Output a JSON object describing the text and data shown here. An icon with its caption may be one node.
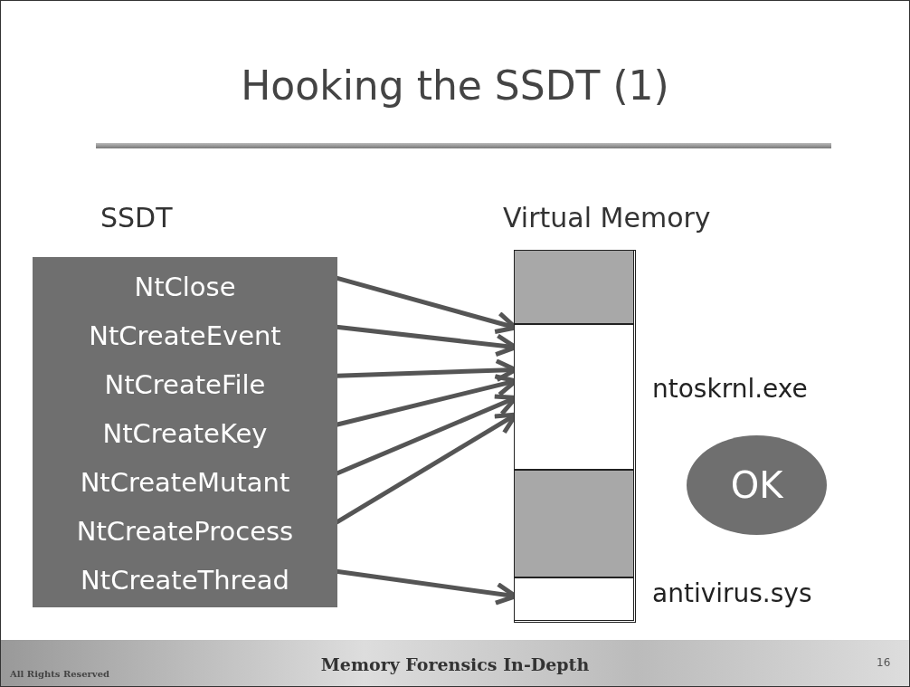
{
  "diagram": {
    "title": "Hooking the SSDT (1)",
    "nodes": [
      {
        "text": [
          "SSDT"
        ]
      },
      {
        "text": [
          "NtClose"
        ],
        "in": 0
      },
      {
        "text": [
          "NtCreateEvent"
        ],
        "in": 0
      },
      {
        "text": [
          "NtCreateFile"
        ],
        "in": 0
      },
      {
        "text": [
          "NtCreateKey"
        ],
        "in": 0
      },
      {
        "text": [
          "NtCreateMutant"
        ],
        "in": 0
      },
      {
        "text": [
          "NtCreateProcess"
        ],
        "in": 0
      },
      {
        "text": [
          "NtCreateThread"
        ],
        "in": 0
      },
      {
        "text": [
          "Virtual Memory"
        ]
      },
      {
        "text": [],
        "shape": "box",
        "in": 8
      },
      {
        "text": [],
        "shape": "box",
        "in": 8,
        "beside": [
          "ntoskrnl.exe"
        ]
      },
      {
        "text": [],
        "shape": "box",
        "in": 8
      },
      {
        "text": [],
        "shape": "box",
        "in": 8,
        "beside": [
          "antivirus.sys"
        ]
      },
      {
        "text": [
          "OK"
        ]
      }
    ],
    "edges": [
      {
        "from": 1,
        "to": 10,
        "arrow": "to"
      },
      {
        "from": 2,
        "to": 10,
        "arrow": "to"
      },
      {
        "from": 3,
        "to": 10,
        "arrow": "to"
      },
      {
        "from": 4,
        "to": 10,
        "arrow": "to"
      },
      {
        "from": 5,
        "to": 10,
        "arrow": "to"
      },
      {
        "from": 6,
        "to": 10,
        "arrow": "to"
      },
      {
        "from": 7,
        "to": 12,
        "arrow": "to"
      }
    ],
    "labels": [
      "All Rights Reserved",
      "Memory Forensics In-Depth",
      "16"
    ]
  }
}
